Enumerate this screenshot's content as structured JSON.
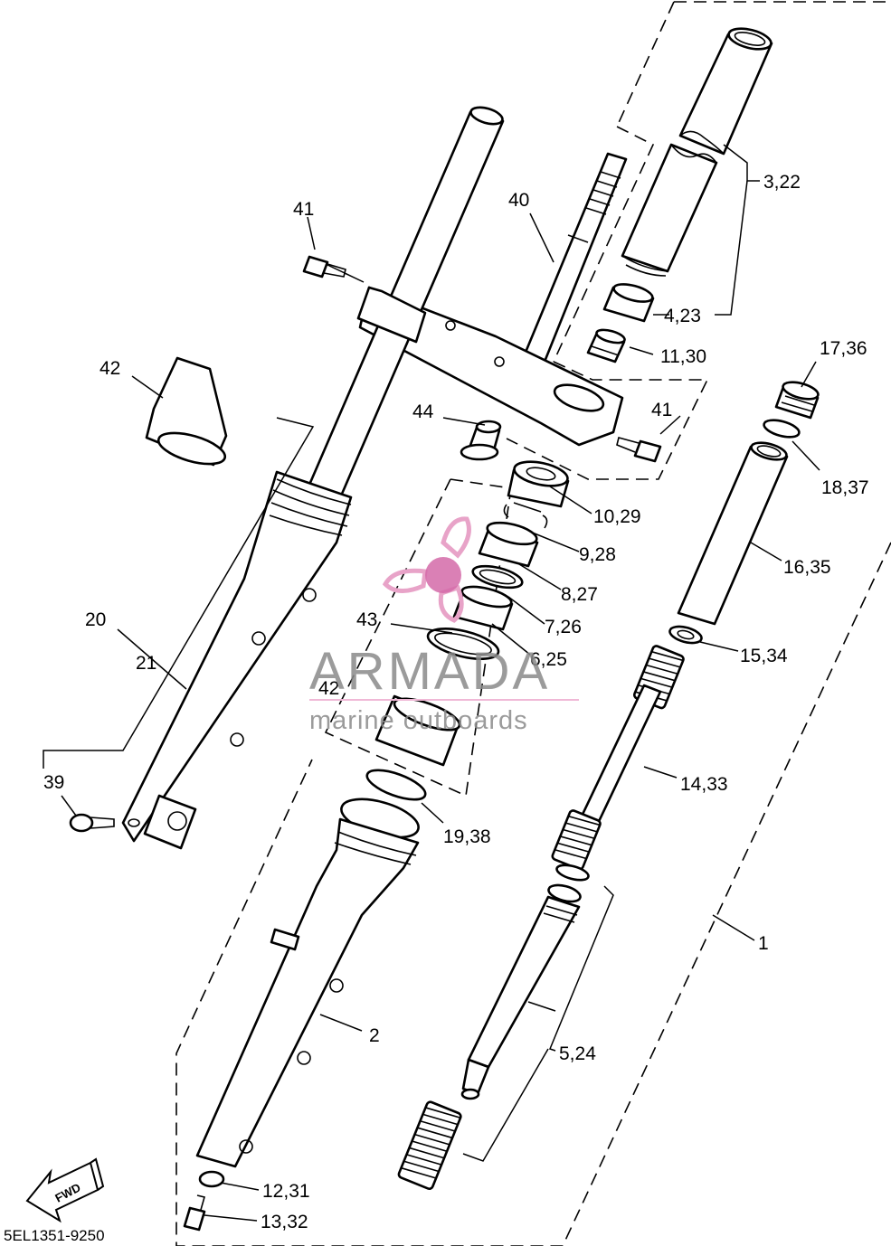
{
  "diagram": {
    "drawing_code": "5EL1351-9250",
    "direction_badge": "FWD",
    "watermark": {
      "brand": "ARMADA",
      "tagline": "marine outboards",
      "colors": {
        "text": "#8a8a8a",
        "accent": "#e8a3c8",
        "accent_dark": "#d46aa8",
        "line": "#f0b8d6"
      }
    },
    "callouts": {
      "c1": "1",
      "c2": "2",
      "c3": "3,22",
      "c4": "4,23",
      "c5": "5,24",
      "c6": "6,25",
      "c7": "7,26",
      "c8": "8,27",
      "c9": "9,28",
      "c10": "10,29",
      "c11": "11,30",
      "c12": "12,31",
      "c13": "13,32",
      "c14": "14,33",
      "c15": "15,34",
      "c16": "16,35",
      "c17": "17,36",
      "c18": "18,37",
      "c19": "19,38",
      "c20": "20",
      "c21": "21",
      "c39": "39",
      "c40": "40",
      "c41a": "41",
      "c41b": "41",
      "c42a": "42",
      "c42b": "42",
      "c43": "43",
      "c44": "44"
    }
  }
}
